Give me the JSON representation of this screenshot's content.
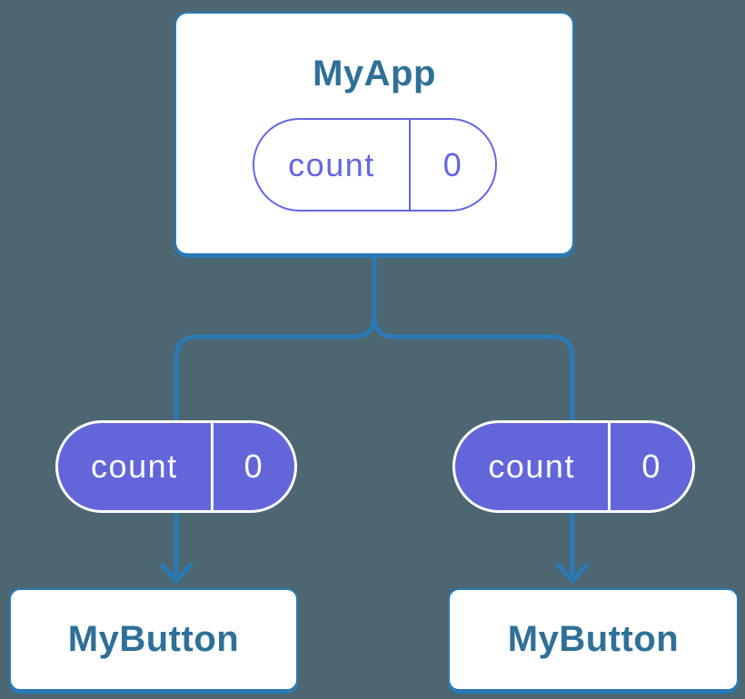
{
  "colors": {
    "background": "#4C6771",
    "connector": "#2B7AB6",
    "node_fill": "#FFFFFF",
    "node_border": "#2B7AB6",
    "node_text": "#2F7098",
    "pill_outline": "#6467E0",
    "pill_fill": "#6366D9",
    "pill_text_on_fill": "#FFFFFF"
  },
  "diagram": {
    "root": {
      "title": "MyApp",
      "state": {
        "name": "count",
        "value": "0"
      }
    },
    "children": [
      {
        "title": "MyButton",
        "prop": {
          "name": "count",
          "value": "0"
        }
      },
      {
        "title": "MyButton",
        "prop": {
          "name": "count",
          "value": "0"
        }
      }
    ]
  }
}
